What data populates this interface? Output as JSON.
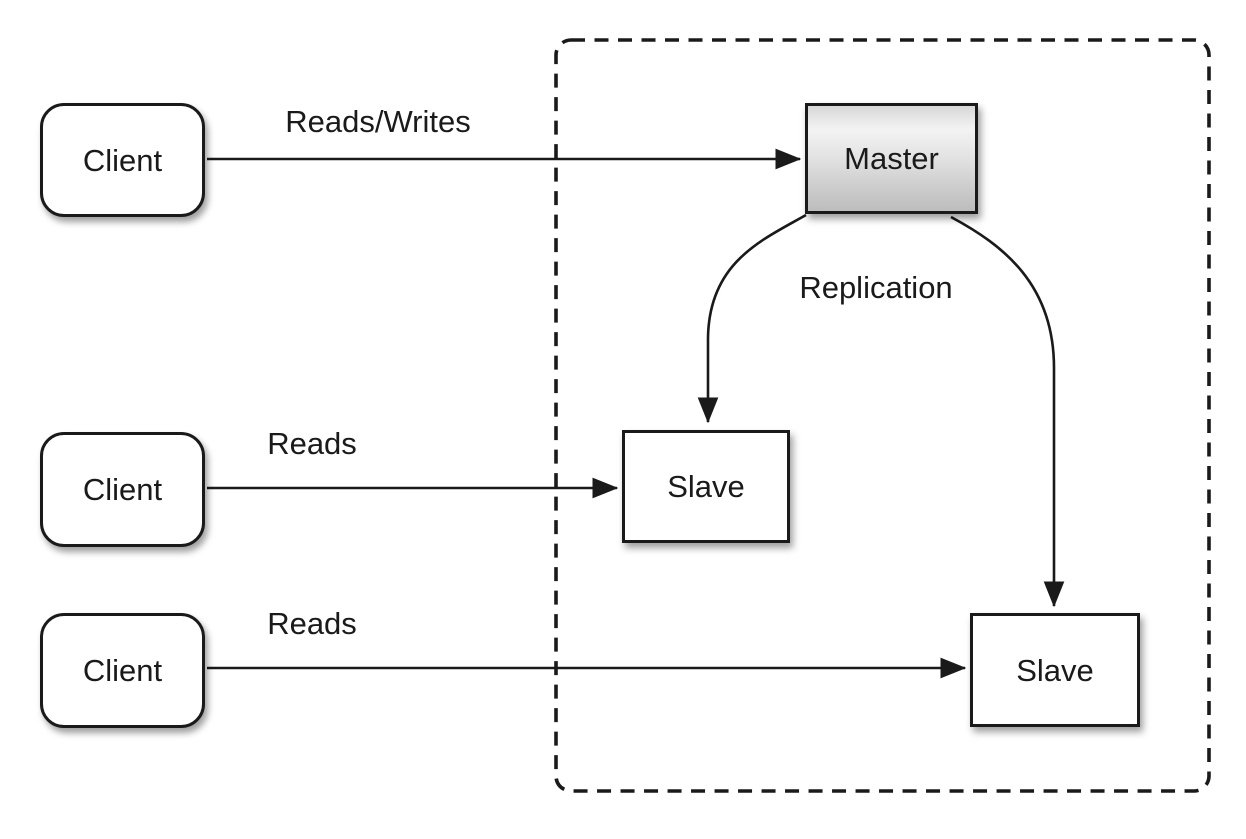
{
  "diagram": {
    "nodes": {
      "client1": {
        "label": "Client"
      },
      "client2": {
        "label": "Client"
      },
      "client3": {
        "label": "Client"
      },
      "master": {
        "label": "Master"
      },
      "slave1": {
        "label": "Slave"
      },
      "slave2": {
        "label": "Slave"
      }
    },
    "edges": {
      "reads_writes": {
        "label": "Reads/Writes"
      },
      "reads_mid": {
        "label": "Reads"
      },
      "reads_bottom": {
        "label": "Reads"
      },
      "replication": {
        "label": "Replication"
      }
    },
    "colors": {
      "stroke": "#1a1a1a",
      "node_fill": "#ffffff",
      "master_gradient_top": "#f3f3f3",
      "master_gradient_bottom": "#bdbdbd",
      "background": "#ffffff"
    }
  }
}
